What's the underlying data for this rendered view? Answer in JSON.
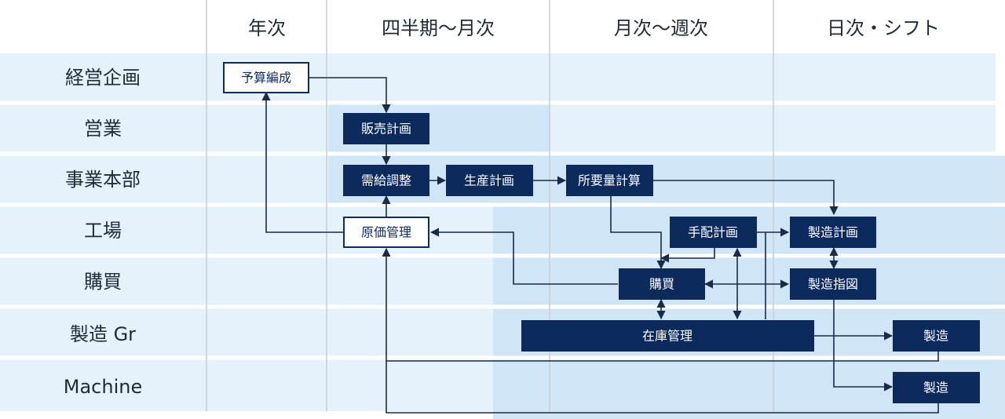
{
  "columns": [
    "年次",
    "四半期～月次",
    "月次～週次",
    "日次・シフト"
  ],
  "lanes": [
    "経営企画",
    "営業",
    "事業本部",
    "工場",
    "購買",
    "製造 Gr",
    "Machine"
  ],
  "nodes": {
    "yosan": "予算編成",
    "hanbai": "販売計画",
    "jukyu": "需給調整",
    "seisan": "生産計画",
    "shoyo": "所要量計算",
    "genka": "原価管理",
    "tehai": "手配計画",
    "seizou_keikaku": "製造計画",
    "kobai": "購買",
    "seizou_shizu": "製造指図",
    "zaiko": "在庫管理",
    "seizou1": "製造",
    "seizou2": "製造"
  },
  "colors": {
    "node_fill": "#0d2a5c",
    "lane_band": "#e6f2fb",
    "shaded_region": "#cfe4f4",
    "edge": "#1a2b47"
  }
}
